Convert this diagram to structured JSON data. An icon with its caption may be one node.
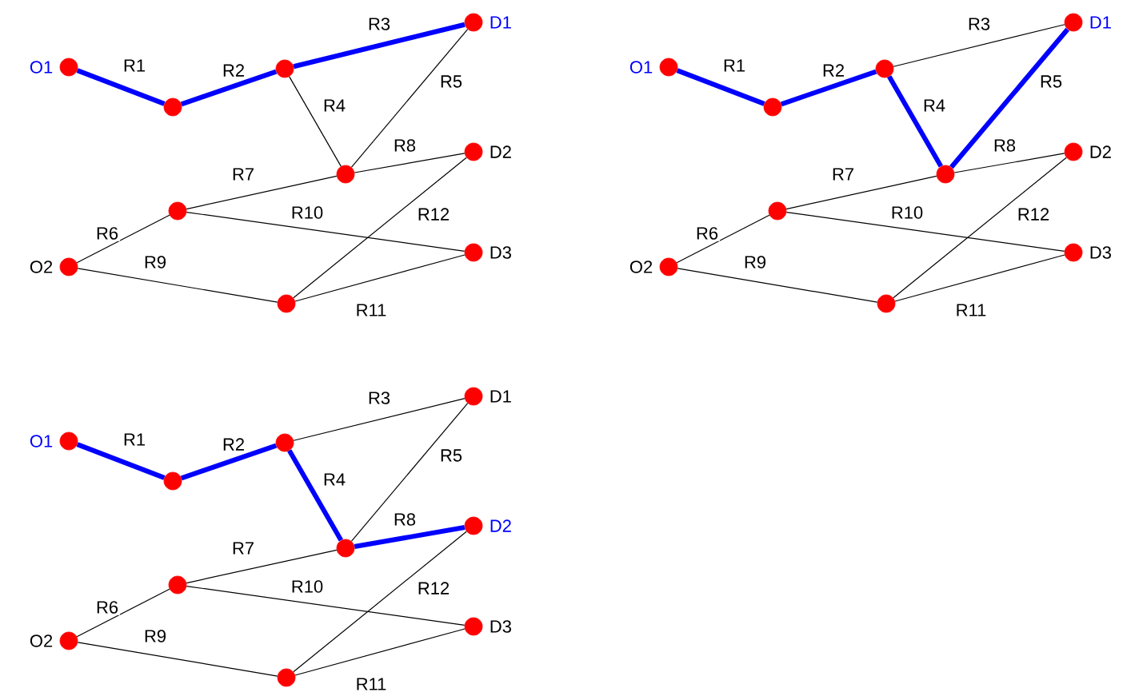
{
  "diagram": {
    "nodes": [
      {
        "text": [],
        "shape": "circle",
        "beside": [
          "O1"
        ]
      },
      {
        "text": [],
        "shape": "circle"
      },
      {
        "text": [],
        "shape": "circle"
      },
      {
        "text": [],
        "shape": "circle",
        "beside": [
          "D1"
        ]
      },
      {
        "text": [],
        "shape": "circle"
      },
      {
        "text": [],
        "shape": "circle",
        "beside": [
          "D2"
        ]
      },
      {
        "text": [],
        "shape": "circle"
      },
      {
        "text": [],
        "shape": "circle",
        "beside": [
          "O2"
        ]
      },
      {
        "text": [],
        "shape": "circle",
        "beside": [
          "D3"
        ]
      },
      {
        "text": [],
        "shape": "circle"
      },
      {
        "text": [],
        "shape": "circle",
        "beside": [
          "O1"
        ]
      },
      {
        "text": [],
        "shape": "circle"
      },
      {
        "text": [],
        "shape": "circle"
      },
      {
        "text": [],
        "shape": "circle",
        "beside": [
          "D1"
        ]
      },
      {
        "text": [],
        "shape": "circle"
      },
      {
        "text": [],
        "shape": "circle",
        "beside": [
          "D2"
        ]
      },
      {
        "text": [],
        "shape": "circle"
      },
      {
        "text": [],
        "shape": "circle",
        "beside": [
          "O2"
        ]
      },
      {
        "text": [],
        "shape": "circle",
        "beside": [
          "D3"
        ]
      },
      {
        "text": [],
        "shape": "circle"
      },
      {
        "text": [],
        "shape": "circle",
        "beside": [
          "O1"
        ]
      },
      {
        "text": [],
        "shape": "circle"
      },
      {
        "text": [],
        "shape": "circle"
      },
      {
        "text": [],
        "shape": "circle",
        "beside": [
          "D1"
        ]
      },
      {
        "text": [],
        "shape": "circle"
      },
      {
        "text": [],
        "shape": "circle",
        "beside": [
          "D2"
        ]
      },
      {
        "text": [],
        "shape": "circle"
      },
      {
        "text": [],
        "shape": "circle",
        "beside": [
          "O2"
        ]
      },
      {
        "text": [],
        "shape": "circle",
        "beside": [
          "D3"
        ]
      },
      {
        "text": [],
        "shape": "circle"
      }
    ],
    "edges": [
      {
        "from": 0,
        "to": 1,
        "arrow": "none",
        "label": "R1",
        "style": "thick",
        "color": "#0000ff"
      },
      {
        "from": 1,
        "to": 2,
        "arrow": "none",
        "label": "R2",
        "style": "thick",
        "color": "#0000ff"
      },
      {
        "from": 2,
        "to": 3,
        "arrow": "none",
        "label": "R3",
        "style": "thick",
        "color": "#0000ff"
      },
      {
        "from": 2,
        "to": 4,
        "arrow": "none",
        "label": "R4"
      },
      {
        "from": 3,
        "to": 4,
        "arrow": "none",
        "label": "R5"
      },
      {
        "from": 7,
        "to": 6,
        "arrow": "none",
        "label": "R6"
      },
      {
        "from": 6,
        "to": 4,
        "arrow": "none",
        "label": "R7"
      },
      {
        "from": 4,
        "to": 5,
        "arrow": "none",
        "label": "R8"
      },
      {
        "from": 7,
        "to": 9,
        "arrow": "none",
        "label": "R9"
      },
      {
        "from": 6,
        "to": 8,
        "arrow": "none",
        "label": "R10"
      },
      {
        "from": 9,
        "to": 8,
        "arrow": "none",
        "label": "R11"
      },
      {
        "from": 9,
        "to": 5,
        "arrow": "none",
        "label": "R12"
      },
      {
        "from": 10,
        "to": 11,
        "arrow": "none",
        "label": "R1",
        "style": "thick",
        "color": "#0000ff"
      },
      {
        "from": 11,
        "to": 12,
        "arrow": "none",
        "label": "R2",
        "style": "thick",
        "color": "#0000ff"
      },
      {
        "from": 12,
        "to": 13,
        "arrow": "none",
        "label": "R3"
      },
      {
        "from": 12,
        "to": 14,
        "arrow": "none",
        "label": "R4",
        "style": "thick",
        "color": "#0000ff"
      },
      {
        "from": 13,
        "to": 14,
        "arrow": "none",
        "label": "R5",
        "style": "thick",
        "color": "#0000ff"
      },
      {
        "from": 17,
        "to": 16,
        "arrow": "none",
        "label": "R6"
      },
      {
        "from": 16,
        "to": 14,
        "arrow": "none",
        "label": "R7"
      },
      {
        "from": 14,
        "to": 15,
        "arrow": "none",
        "label": "R8"
      },
      {
        "from": 17,
        "to": 19,
        "arrow": "none",
        "label": "R9"
      },
      {
        "from": 16,
        "to": 18,
        "arrow": "none",
        "label": "R10"
      },
      {
        "from": 19,
        "to": 18,
        "arrow": "none",
        "label": "R11"
      },
      {
        "from": 19,
        "to": 15,
        "arrow": "none",
        "label": "R12"
      },
      {
        "from": 20,
        "to": 21,
        "arrow": "none",
        "label": "R1",
        "style": "thick",
        "color": "#0000ff"
      },
      {
        "from": 21,
        "to": 22,
        "arrow": "none",
        "label": "R2",
        "style": "thick",
        "color": "#0000ff"
      },
      {
        "from": 22,
        "to": 23,
        "arrow": "none",
        "label": "R3"
      },
      {
        "from": 22,
        "to": 24,
        "arrow": "none",
        "label": "R4",
        "style": "thick",
        "color": "#0000ff"
      },
      {
        "from": 23,
        "to": 24,
        "arrow": "none",
        "label": "R5"
      },
      {
        "from": 27,
        "to": 26,
        "arrow": "none",
        "label": "R6"
      },
      {
        "from": 26,
        "to": 24,
        "arrow": "none",
        "label": "R7"
      },
      {
        "from": 24,
        "to": 25,
        "arrow": "none",
        "label": "R8",
        "style": "thick",
        "color": "#0000ff"
      },
      {
        "from": 27,
        "to": 29,
        "arrow": "none",
        "label": "R9"
      },
      {
        "from": 26,
        "to": 28,
        "arrow": "none",
        "label": "R10"
      },
      {
        "from": 29,
        "to": 28,
        "arrow": "none",
        "label": "R11"
      },
      {
        "from": 29,
        "to": 25,
        "arrow": "none",
        "label": "R12"
      }
    ]
  }
}
